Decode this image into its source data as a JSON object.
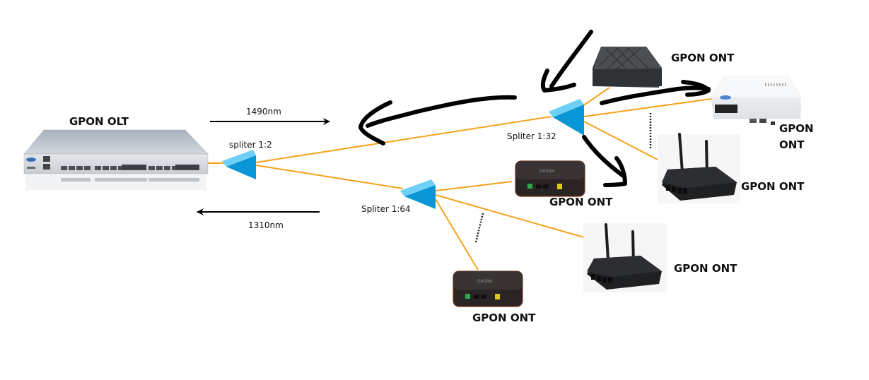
{
  "diagram": {
    "olt": {
      "label": "GPON OLT"
    },
    "wavelengths": {
      "downstream": "1490nm",
      "upstream": "1310nm"
    },
    "splitters": [
      {
        "id": "s2",
        "label": "spliter 1:2"
      },
      {
        "id": "s32",
        "label": "Spliter 1:32"
      },
      {
        "id": "s64",
        "label": "Spliter 1:64"
      }
    ],
    "onts": [
      {
        "id": "ont-top",
        "label": "GPON ONT",
        "device": "dark-square-router"
      },
      {
        "id": "ont-white",
        "label_line1": "GPON",
        "label_line2": "ONT",
        "device": "white-ont"
      },
      {
        "id": "ont-antenna-1",
        "label": "GPON ONT",
        "device": "antenna-router"
      },
      {
        "id": "ont-dasan-1",
        "label": "GPON ONT",
        "device": "dasan-ont"
      },
      {
        "id": "ont-antenna-2",
        "label": "GPON ONT",
        "device": "antenna-router"
      },
      {
        "id": "ont-dasan-2",
        "label": "GPON ONT",
        "device": "dasan-ont"
      }
    ],
    "colors": {
      "fiber": "#f5a21b",
      "splitter_main": "#0a96d4",
      "splitter_light": "#6fd0f7"
    }
  }
}
